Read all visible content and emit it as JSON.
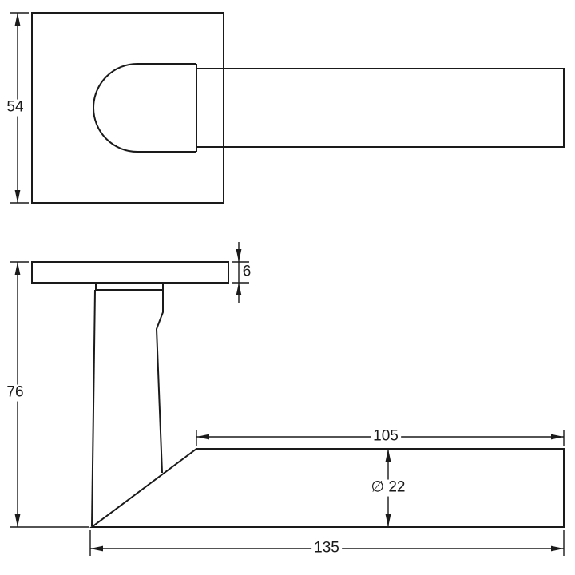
{
  "colors": {
    "line": "#1a1a1a",
    "background": "#ffffff"
  },
  "labels": {
    "front_height": "54",
    "rose_thickness": "6",
    "projection": "76",
    "grip_length": "105",
    "lever_diameter": "∅ 22",
    "total_length": "135"
  }
}
